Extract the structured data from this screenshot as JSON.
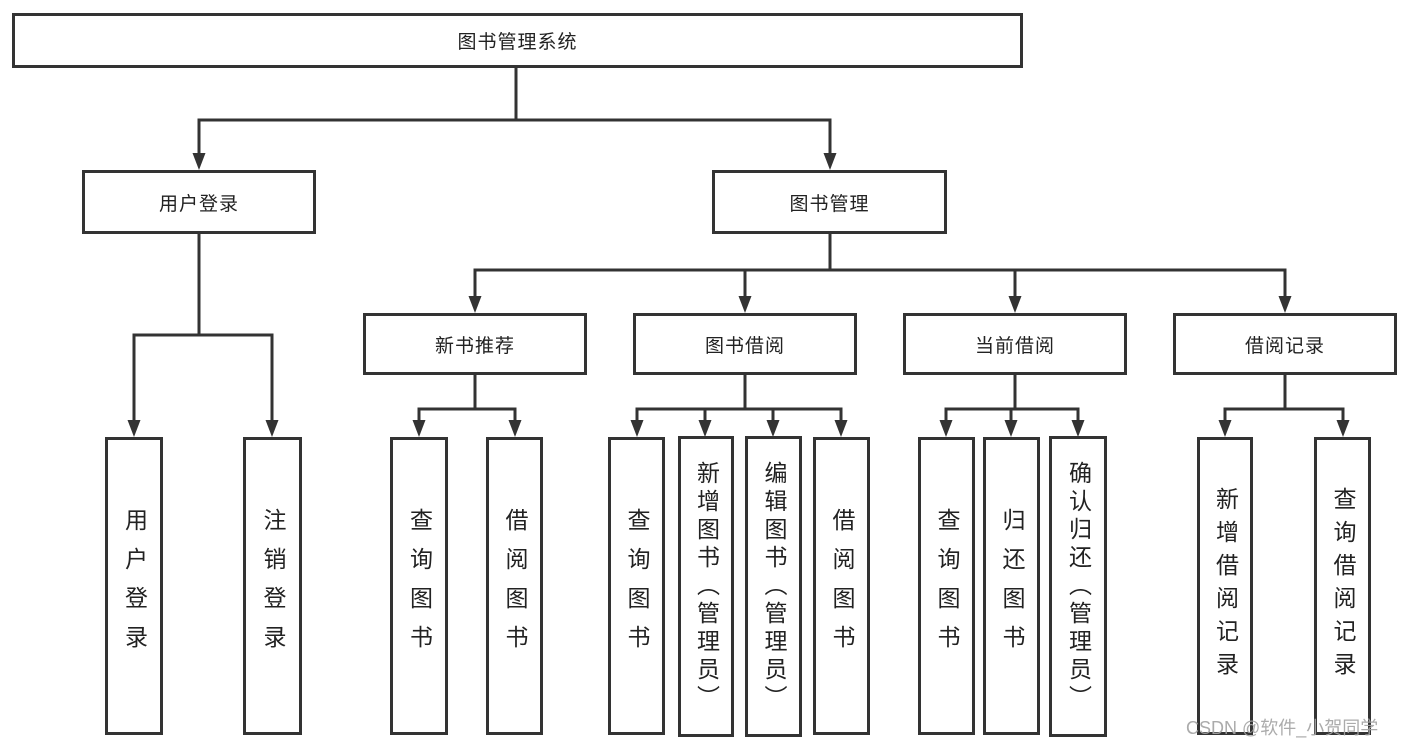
{
  "diagram": {
    "title": "图书管理系统",
    "branches": [
      {
        "label": "用户登录",
        "children": [
          "用户登录",
          "注销登录"
        ]
      },
      {
        "label": "图书管理",
        "sections": [
          {
            "label": "新书推荐",
            "children": [
              "查询图书",
              "借阅图书"
            ]
          },
          {
            "label": "图书借阅",
            "children": [
              "查询图书",
              "新增图书（管理员）",
              "编辑图书（管理员）",
              "借阅图书"
            ]
          },
          {
            "label": "当前借阅",
            "children": [
              "查询图书",
              "归还图书",
              "确认归还（管理员）"
            ]
          },
          {
            "label": "借阅记录",
            "children": [
              "新增借阅记录",
              "查询借阅记录"
            ]
          }
        ]
      }
    ]
  },
  "watermark": "CSDN @软件_小贺同学",
  "colors": {
    "line": "#333333",
    "border": "#333333",
    "text": "#222222",
    "background": "#ffffff",
    "watermark": "#a4a4a4"
  }
}
